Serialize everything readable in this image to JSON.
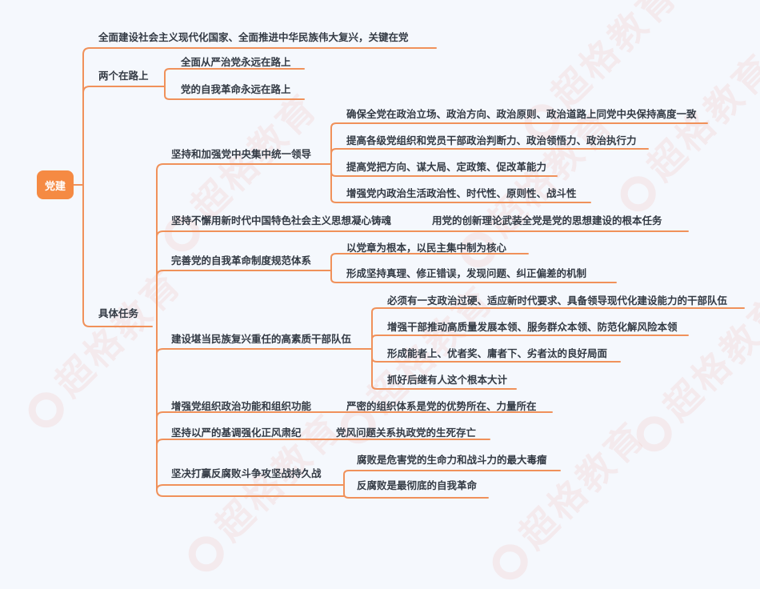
{
  "root": {
    "label": "党建",
    "color": "#f58a43"
  },
  "line_color": "#f0915a",
  "watermark": {
    "text": "超格教育"
  },
  "branches": [
    {
      "label": "全面建设社会主义现代化国家、全面推进中华民族伟大复兴，关键在党",
      "children": []
    },
    {
      "label": "两个在路上",
      "children": [
        {
          "label": "全面从严治党永远在路上"
        },
        {
          "label": "党的自我革命永远在路上"
        }
      ]
    },
    {
      "label": "具体任务",
      "children": [
        {
          "label": "坚持和加强党中央集中统一领导",
          "children": [
            {
              "label": "确保全党在政治立场、政治方向、政治原则、政治道路上同党中央保持高度一致"
            },
            {
              "label": "提高各级党组织和党员干部政治判断力、政治领悟力、政治执行力"
            },
            {
              "label": "提高党把方向、谋大局、定政策、促改革能力"
            },
            {
              "label": "增强党内政治生活政治性、时代性、原则性、战斗性"
            }
          ]
        },
        {
          "label": "坚持不懈用新时代中国特色社会主义思想凝心铸魂",
          "children": [
            {
              "label": "用党的创新理论武装全党是党的思想建设的根本任务"
            }
          ]
        },
        {
          "label": "完善党的自我革命制度规范体系",
          "children": [
            {
              "label": "以党章为根本，以民主集中制为核心"
            },
            {
              "label": "形成坚持真理、修正错误，发现问题、纠正偏差的机制"
            }
          ]
        },
        {
          "label": "建设堪当民族复兴重任的高素质干部队伍",
          "children": [
            {
              "label": "必须有一支政治过硬、适应新时代要求、具备领导现代化建设能力的干部队伍"
            },
            {
              "label": "增强干部推动高质量发展本领、服务群众本领、防范化解风险本领"
            },
            {
              "label": "形成能者上、优者奖、庸者下、劣者汰的良好局面"
            },
            {
              "label": "抓好后继有人这个根本大计"
            }
          ]
        },
        {
          "label": "增强党组织政治功能和组织功能",
          "children": [
            {
              "label": "严密的组织体系是党的优势所在、力量所在"
            }
          ]
        },
        {
          "label": "坚持以严的基调强化正风肃纪",
          "children": [
            {
              "label": "党风问题关系执政党的生死存亡"
            }
          ]
        },
        {
          "label": "坚决打赢反腐败斗争攻坚战持久战",
          "children": [
            {
              "label": "腐败是危害党的生命力和战斗力的最大毒瘤"
            },
            {
              "label": "反腐败是最彻底的自我革命"
            }
          ]
        }
      ]
    }
  ]
}
